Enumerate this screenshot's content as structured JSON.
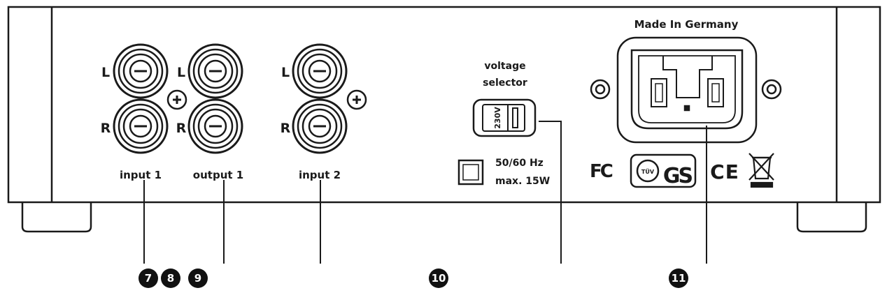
{
  "labels": {
    "made_in": "Made In Germany",
    "voltage_line1": "voltage",
    "voltage_line2": "selector",
    "switch_value": "230V",
    "power_line1": "50/60 Hz",
    "power_line2": "max. 15W",
    "input1": "input 1",
    "output1": "output 1",
    "input2": "input 2",
    "left": "L",
    "right": "R",
    "fcc": "FC",
    "tuv": "TÜV",
    "gs": "GS",
    "ce": "CE"
  },
  "callouts": [
    "7",
    "8",
    "9",
    "10",
    "11"
  ],
  "colors": {
    "line": "#1a1a1a",
    "callout_fill": "#111111",
    "background": "#ffffff"
  },
  "icons": [
    "ground-screw-icon",
    "fcc-mark-icon",
    "tuv-mark-icon",
    "gs-mark-icon",
    "ce-mark-icon",
    "weee-bin-icon",
    "power-button-icon"
  ]
}
